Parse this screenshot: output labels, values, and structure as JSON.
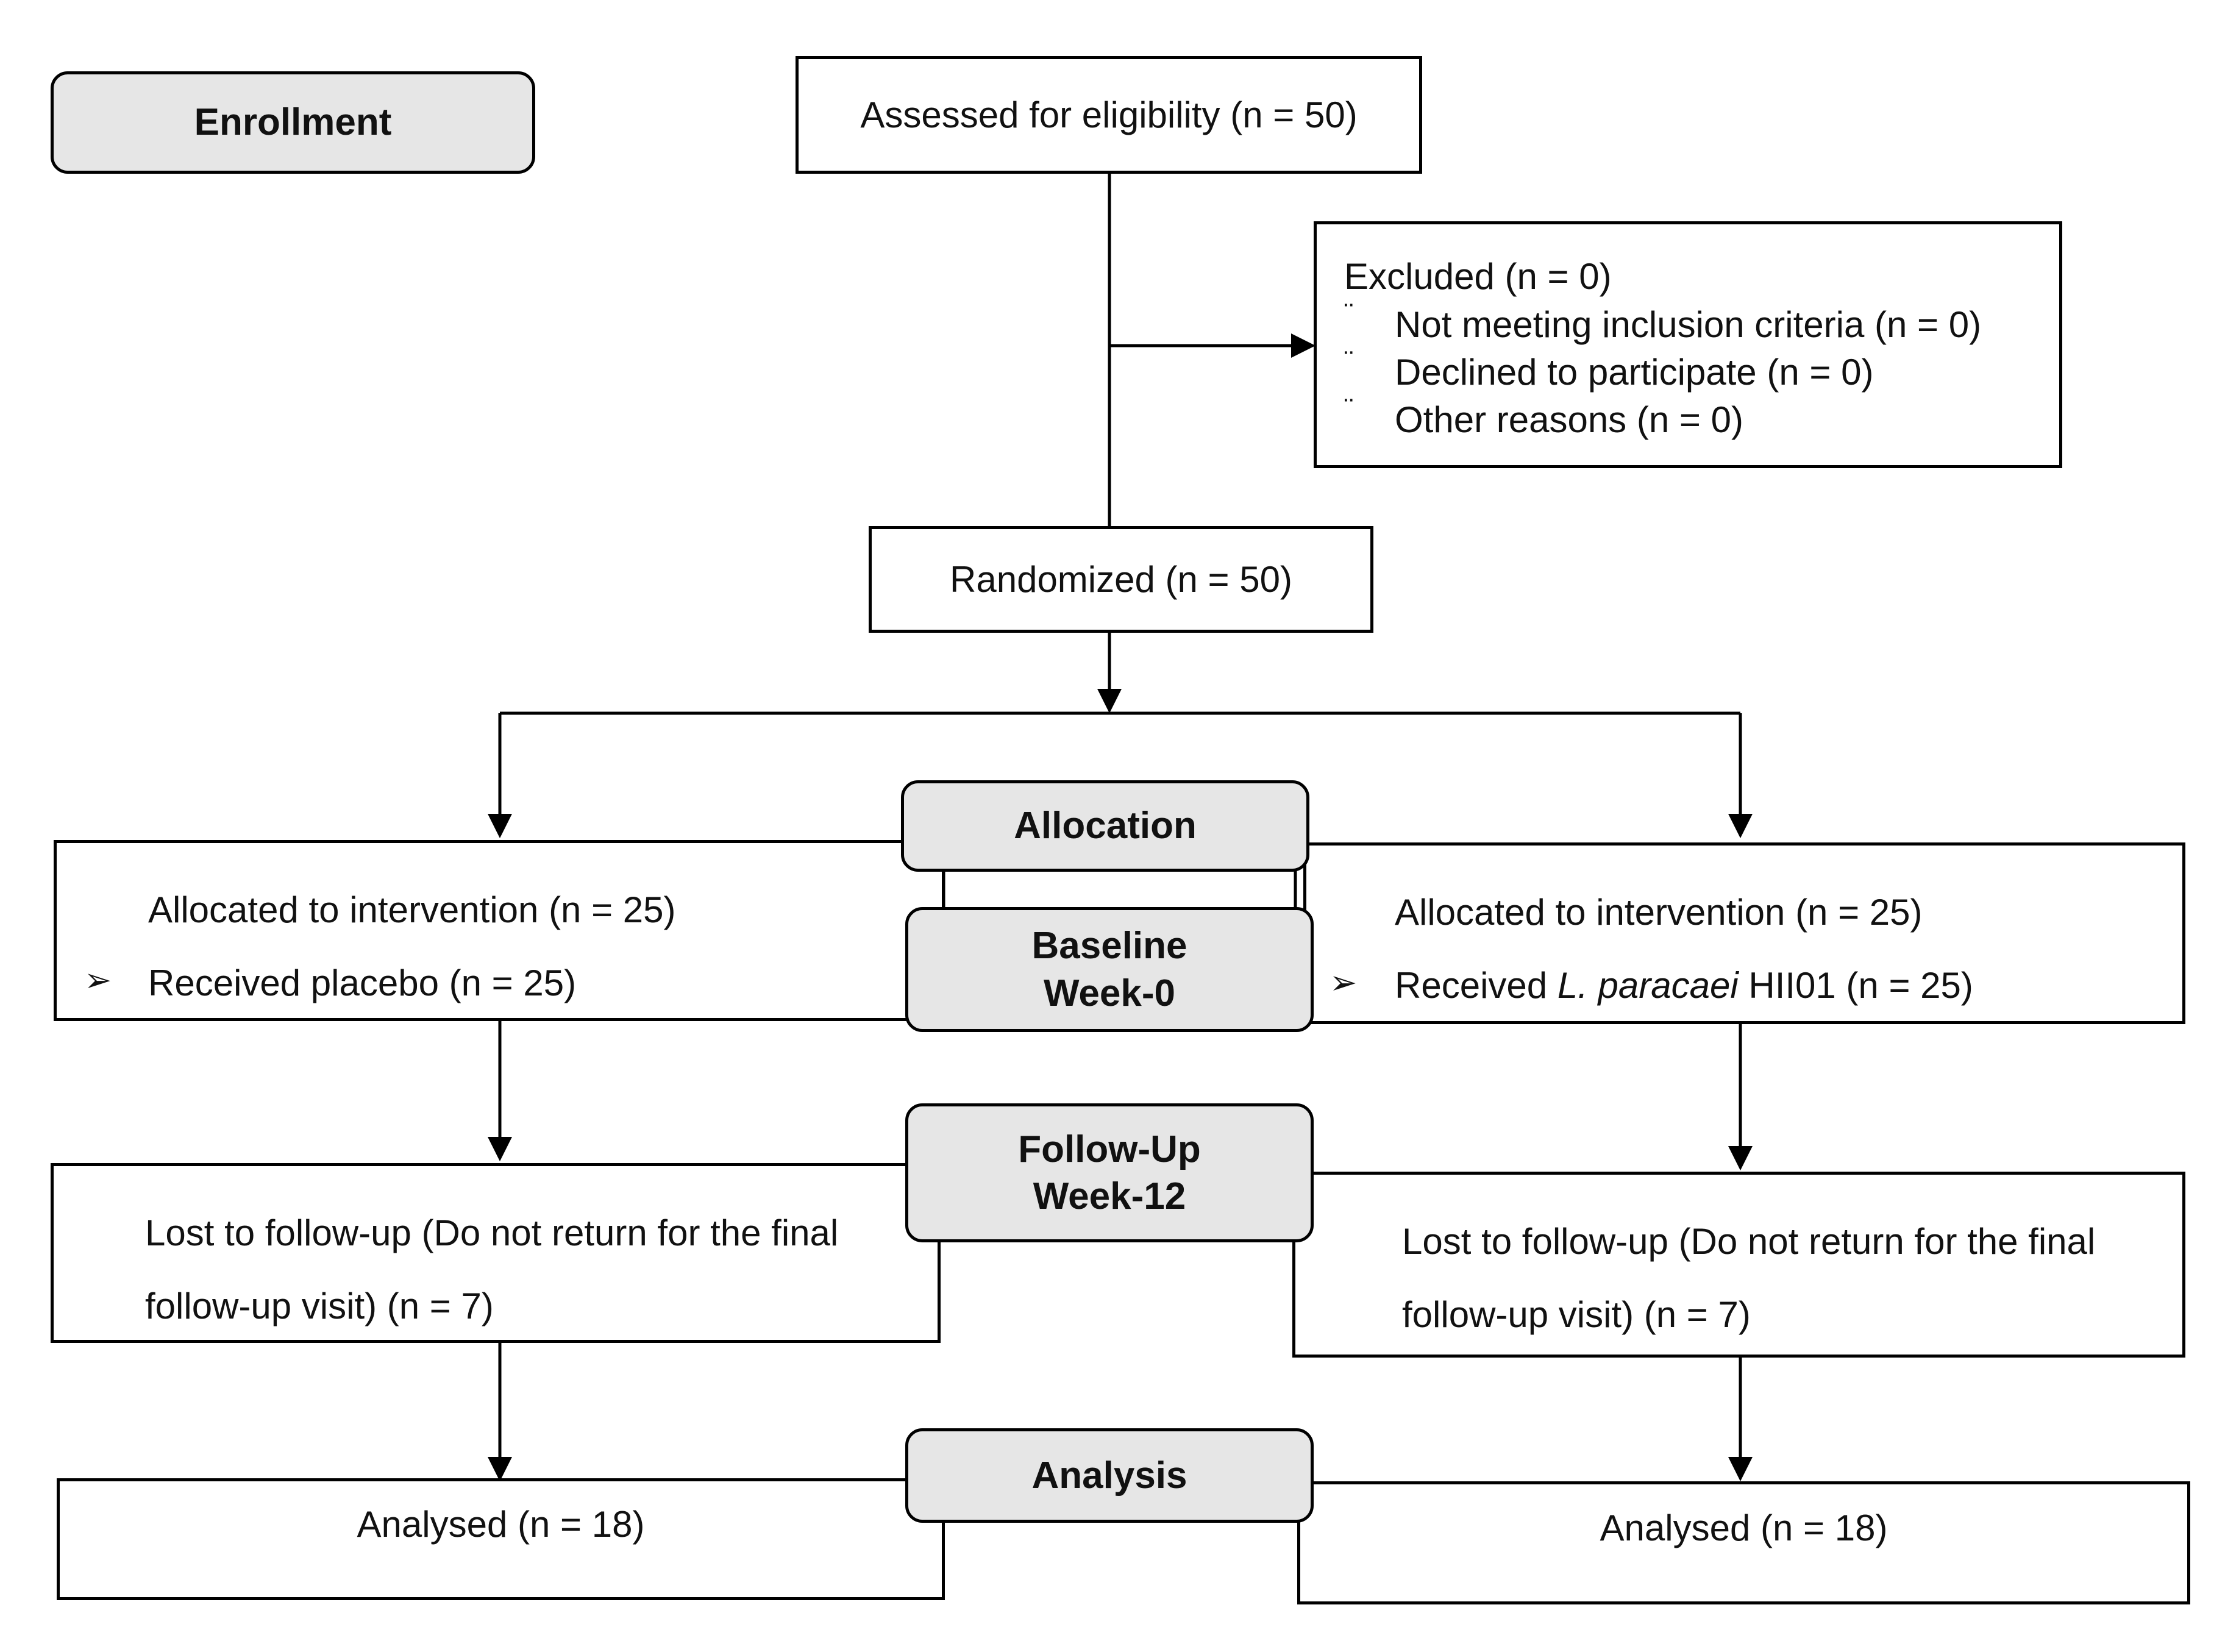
{
  "stages": {
    "enrollment": "Enrollment",
    "allocation": "Allocation",
    "baseline_line1": "Baseline",
    "baseline_line2": "Week-0",
    "followup_line1": "Follow-Up",
    "followup_line2": "Week-12",
    "analysis": "Analysis"
  },
  "assessed": "Assessed for eligibility (n = 50)",
  "excluded": {
    "title": "Excluded  (n = 0)",
    "bullet_glyph": "¨",
    "items": [
      "Not meeting inclusion criteria (n = 0)",
      "Declined to participate (n = 0)",
      "Other reasons (n = 0)"
    ]
  },
  "randomized": "Randomized (n = 50)",
  "left": {
    "allocated": "Allocated to intervention (n = 25)",
    "arrow_glyph": "➢",
    "received": "Received placebo (n = 25)",
    "lost_line1": "Lost to follow-up (Do not return for the final",
    "lost_line2": "follow-up visit) (n = 7)",
    "analysed": "Analysed  (n = 18)"
  },
  "right": {
    "allocated": "Allocated to intervention (n = 25)",
    "arrow_glyph": "➢",
    "received_prefix": "Received ",
    "received_italic": "L. paracaei",
    "received_suffix": " HII01 (n = 25)",
    "lost_line1": "Lost to follow-up (Do not return for the final",
    "lost_line2": "follow-up visit) (n = 7)",
    "analysed": "Analysed  (n = 18)"
  }
}
